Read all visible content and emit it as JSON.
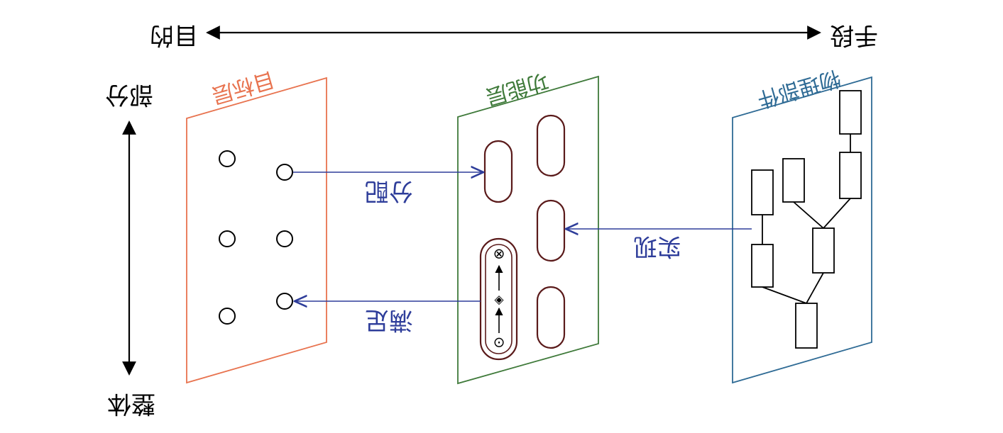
{
  "axis": {
    "horizontal_left": "目的",
    "horizontal_right": "手段",
    "vertical_top": "部分",
    "vertical_bottom": "整体"
  },
  "panels": {
    "goal": {
      "title": "目标层",
      "color": "#e8734f"
    },
    "function": {
      "title": "功能层",
      "color": "#3f7a3a"
    },
    "physical": {
      "title": "物理部件",
      "color": "#2f6b95"
    }
  },
  "edges": {
    "allocate": {
      "label": "分配",
      "color": "#2e3d9a"
    },
    "implement": {
      "label": "实现",
      "color": "#2e3d9a"
    },
    "meet": {
      "label": "满足",
      "color": "#2e3d9a"
    }
  },
  "glyphs": {
    "top_node": "⊗",
    "mid_node": "◈",
    "bottom_node": "⊙"
  }
}
